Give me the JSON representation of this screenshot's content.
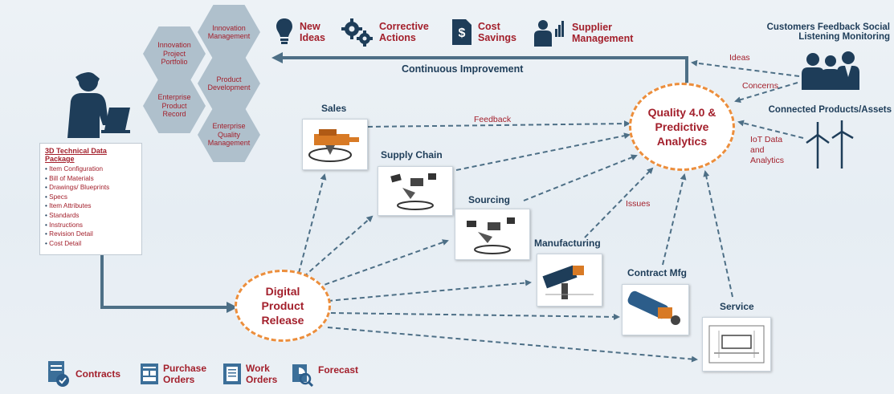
{
  "hexes": [
    "Innovation Management",
    "Innovation Project Portfolio",
    "Product Development",
    "Enterprise Product Record",
    "Enterprise Quality Management"
  ],
  "top_items": [
    {
      "label": "New Ideas",
      "icon": "lightbulb-icon"
    },
    {
      "label": "Corrective Actions",
      "icon": "gears-icon"
    },
    {
      "label": "Cost Savings",
      "icon": "dollar-document-icon"
    },
    {
      "label": "Supplier Management",
      "icon": "person-chart-icon"
    }
  ],
  "continuous_improvement": "Continuous Improvement",
  "data_package": {
    "title": "3D Technical Data Package",
    "items": [
      "Item Configuration",
      "Bill of Materials",
      "Drawings/ Blueprints",
      "Specs",
      "Item Attributes",
      "Standards",
      "Instructions",
      "Revision Detail",
      "Cost Detail"
    ]
  },
  "digital_release": "Digital Product Release",
  "quality": "Quality 4.0 & Predictive Analytics",
  "stages": [
    "Sales",
    "Supply Chain",
    "Sourcing",
    "Manufacturing",
    "Contract Mfg",
    "Service"
  ],
  "flow_labels": {
    "feedback": "Feedback",
    "issues": "Issues",
    "ideas": "Ideas",
    "concerns": "Concerns",
    "iot": "IoT Data and Analytics"
  },
  "right_labels": {
    "customers": "Customers Feedback Social  Listening Monitoring",
    "connected": "Connected Products/Assets"
  },
  "bottom_items": [
    {
      "label": "Contracts",
      "icon": "contract-check-icon"
    },
    {
      "label": "Purchase Orders",
      "icon": "purchase-order-icon"
    },
    {
      "label": "Work Orders",
      "icon": "work-order-icon"
    },
    {
      "label": "Forecast",
      "icon": "forecast-magnifier-icon"
    }
  ],
  "colors": {
    "accent_red": "#a3202c",
    "navy": "#1e3d59",
    "arrow": "#4d6f86",
    "circle_border": "#ec8e3c",
    "hex": "#afc0cc"
  }
}
